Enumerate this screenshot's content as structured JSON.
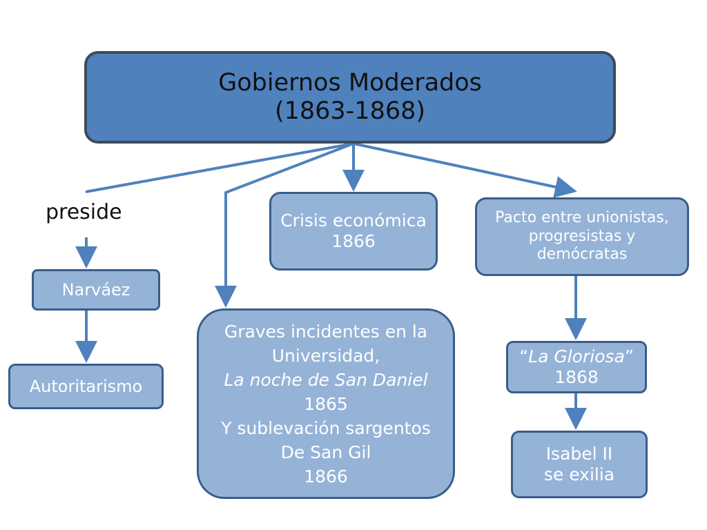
{
  "diagram": {
    "title": {
      "line1": "Gobiernos Moderados",
      "line2": "(1863-1868)"
    },
    "preside_label": "preside",
    "crisis": {
      "line1": "Crisis económica",
      "line2": "1866"
    },
    "pacto": {
      "line1": "Pacto entre unionistas,",
      "line2": "progresistas y",
      "line3": "demócratas"
    },
    "narvaez": "Narváez",
    "autoritarismo": "Autoritarismo",
    "graves": {
      "line1": "Graves incidentes en la",
      "line2": "Universidad,",
      "line3": "La noche de San Daniel",
      "line4": "1865",
      "line5": "Y sublevación sargentos",
      "line6": "De San Gil",
      "line7": "1866"
    },
    "gloriosa": {
      "open_quote": "“",
      "name": "La Gloriosa",
      "close_quote": "”",
      "year": "1868"
    },
    "isabel": {
      "line1": "Isabel II",
      "line2": "se exilia"
    }
  },
  "colors": {
    "title_fill": "#4f81bd",
    "title_border": "#3f4a5a",
    "box_fill": "#95b3d7",
    "box_border": "#385d8a",
    "connector": "#4f81bd",
    "box_text": "#ffffff",
    "title_text": "#111111"
  }
}
